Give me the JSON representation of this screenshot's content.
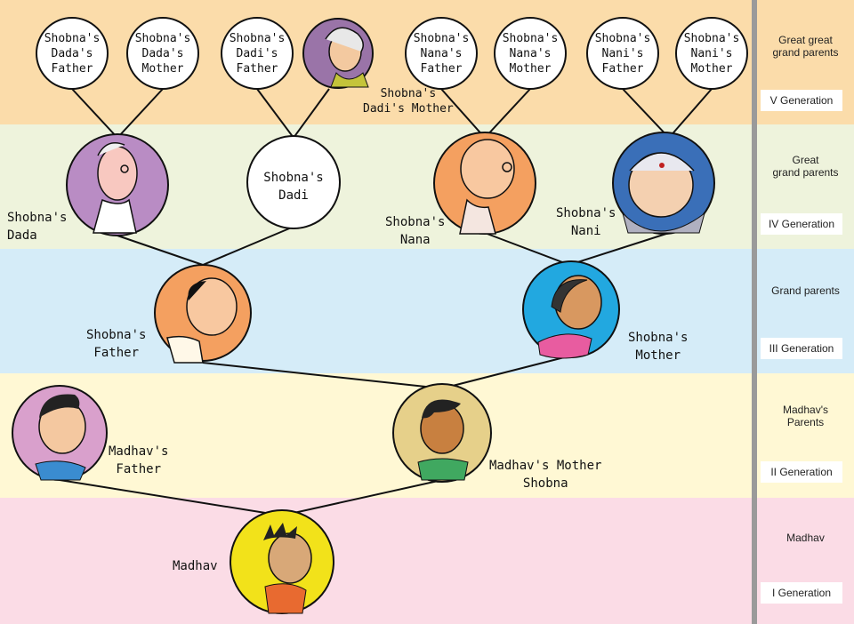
{
  "bands": [
    {
      "id": "gen5",
      "color": "#fbdcaa"
    },
    {
      "id": "gen4",
      "color": "#eef3dc"
    },
    {
      "id": "gen3",
      "color": "#d5ecf8"
    },
    {
      "id": "gen2",
      "color": "#fff8d4"
    },
    {
      "id": "gen1",
      "color": "#fbdce6"
    }
  ],
  "sidebar": {
    "gen5": {
      "title_line1": "Great great",
      "title_line2": "grand parents",
      "generation": "V Generation"
    },
    "gen4": {
      "title_line1": "Great",
      "title_line2": "grand parents",
      "generation": "IV Generation"
    },
    "gen3": {
      "title": "Grand parents",
      "generation": "III Generation"
    },
    "gen2": {
      "title_line1": "Madhav's",
      "title_line2": "Parents",
      "generation": "II Generation"
    },
    "gen1": {
      "title": "Madhav",
      "generation": "I Generation"
    }
  },
  "gen5_nodes": {
    "dada_father": [
      "Shobna's",
      "Dada's",
      "Father"
    ],
    "dada_mother": [
      "Shobna's",
      "Dada's",
      "Mother"
    ],
    "dadi_father": [
      "Shobna's",
      "Dadi's",
      "Father"
    ],
    "dadi_mother": {
      "line1": "Shobna's",
      "line2": "Dadi's Mother"
    },
    "nana_father": [
      "Shobna's",
      "Nana's",
      "Father"
    ],
    "nana_mother": [
      "Shobna's",
      "Nana's",
      "Mother"
    ],
    "nani_father": [
      "Shobna's",
      "Nani's",
      "Father"
    ],
    "nani_mother": [
      "Shobna's",
      "Nani's",
      "Mother"
    ]
  },
  "gen4_nodes": {
    "dada": [
      "Shobna's",
      "Dada"
    ],
    "dadi": [
      "Shobna's",
      "Dadi"
    ],
    "nana": [
      "Shobna's",
      "Nana"
    ],
    "nani": [
      "Shobna's",
      "Nani"
    ]
  },
  "gen3_nodes": {
    "father": [
      "Shobna's",
      "Father"
    ],
    "mother": [
      "Shobna's",
      "Mother"
    ]
  },
  "gen2_nodes": {
    "madhav_father": [
      "Madhav's",
      "Father"
    ],
    "madhav_mother": [
      "Madhav's Mother",
      "Shobna"
    ]
  },
  "gen1_nodes": {
    "madhav": "Madhav"
  },
  "colors": {
    "dada": "#b98cc4",
    "nana": "#f4a060",
    "nani": "#3a6fb8",
    "father": "#f4a060",
    "mother": "#22a8e0",
    "madhav_father": "#d9a0cc",
    "madhav_mother": "#e6d08a",
    "madhav": "#f2e21a",
    "dadi_mother": "#9a74a8",
    "line": "#111111"
  }
}
